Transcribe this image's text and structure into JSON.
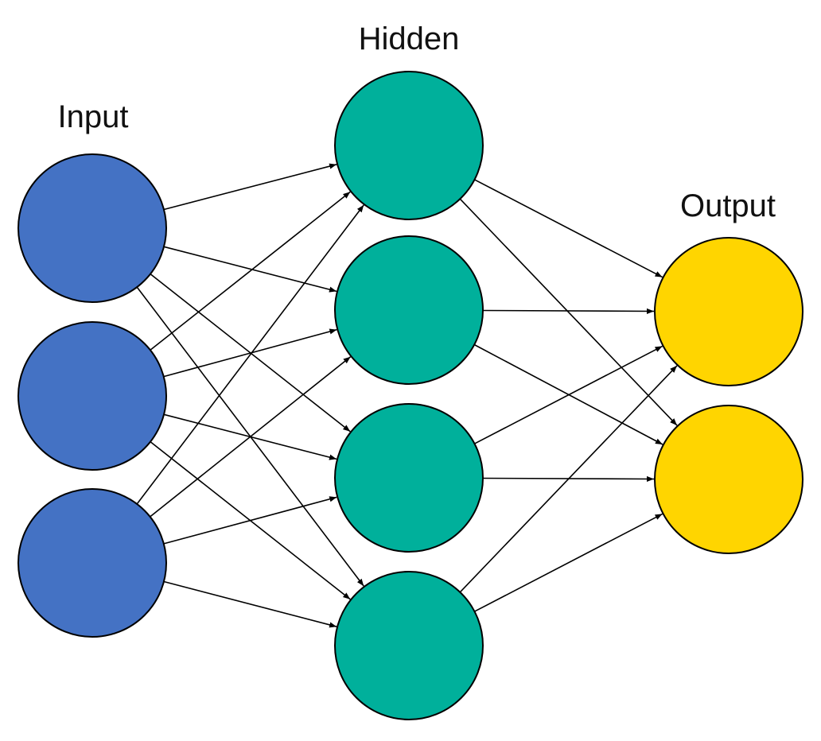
{
  "diagram": {
    "type": "neural-network",
    "layers": [
      {
        "id": "input",
        "label": "Input",
        "nodes": 3,
        "color": "#4472C4"
      },
      {
        "id": "hidden",
        "label": "Hidden",
        "nodes": 4,
        "color": "#00B09B"
      },
      {
        "id": "output",
        "label": "Output",
        "nodes": 2,
        "color": "#FFD500"
      }
    ],
    "connections": "fully-connected",
    "edge_color": "#000000",
    "node_border_color": "#000000"
  }
}
